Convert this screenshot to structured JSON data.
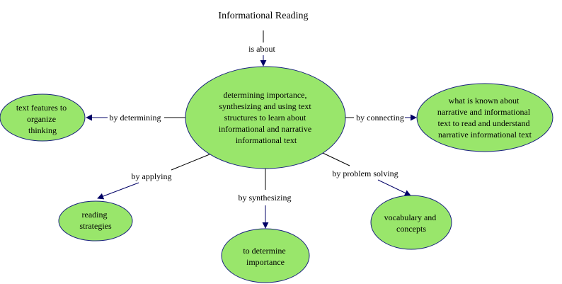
{
  "title": "Informational Reading",
  "colors": {
    "node_fill": "#99e66b",
    "node_stroke": "#1a237e",
    "link": "#000000",
    "arrow": "#000066",
    "background": "#ffffff"
  },
  "nodes": {
    "center": [
      "determining importance,",
      "synthesizing and using text",
      "structures to learn about",
      "informational and narrative",
      "informational text"
    ],
    "text_features": [
      "text features to",
      "organize",
      "thinking"
    ],
    "what_known": [
      "what is known about",
      "narrative and informational",
      "text to read and understand",
      "narrative informational text"
    ],
    "reading_strategies": [
      "reading",
      "strategies"
    ],
    "determine_importance": [
      "to determine",
      "importance"
    ],
    "vocabulary": [
      "vocabulary and",
      "concepts"
    ]
  },
  "links": {
    "is_about": "is about",
    "by_determining": "by determining",
    "by_connecting": "by connecting",
    "by_applying": "by applying",
    "by_synthesizing": "by synthesizing",
    "by_problem_solving": "by problem solving"
  }
}
